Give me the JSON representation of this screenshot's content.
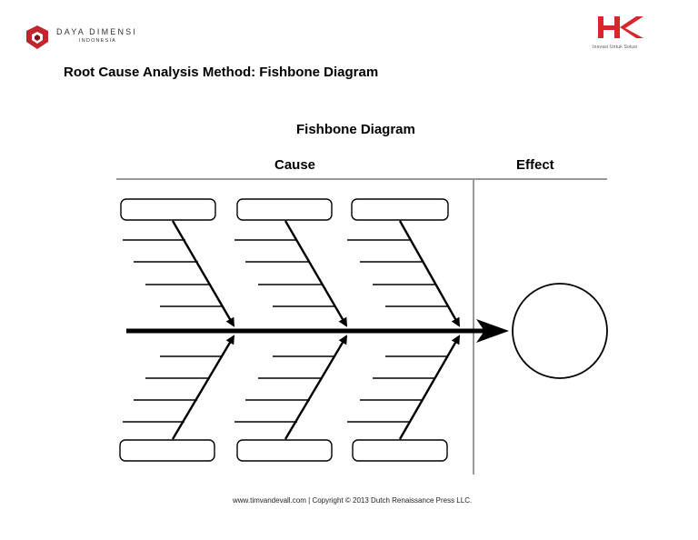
{
  "header": {
    "left_logo": {
      "name": "DAYA DIMENSI",
      "country": "INDONESIA",
      "icon": "daya-dimensi-logo-icon",
      "color": "#c0272d"
    },
    "right_logo": {
      "name": "HK",
      "tagline": "Inovasi Untuk Solusi",
      "icon": "hk-logo-icon",
      "color": "#d7262e"
    }
  },
  "page": {
    "title": "Root Cause Analysis Method: Fishbone Diagram"
  },
  "diagram": {
    "title": "Fishbone Diagram",
    "cause_label": "Cause",
    "effect_label": "Effect",
    "categories_top": [
      "",
      "",
      ""
    ],
    "categories_bottom": [
      "",
      "",
      ""
    ],
    "effect_value": ""
  },
  "footer": {
    "credit": "www.timvandevall.com | Copyright © 2013 Dutch Renaissance Press LLC."
  }
}
